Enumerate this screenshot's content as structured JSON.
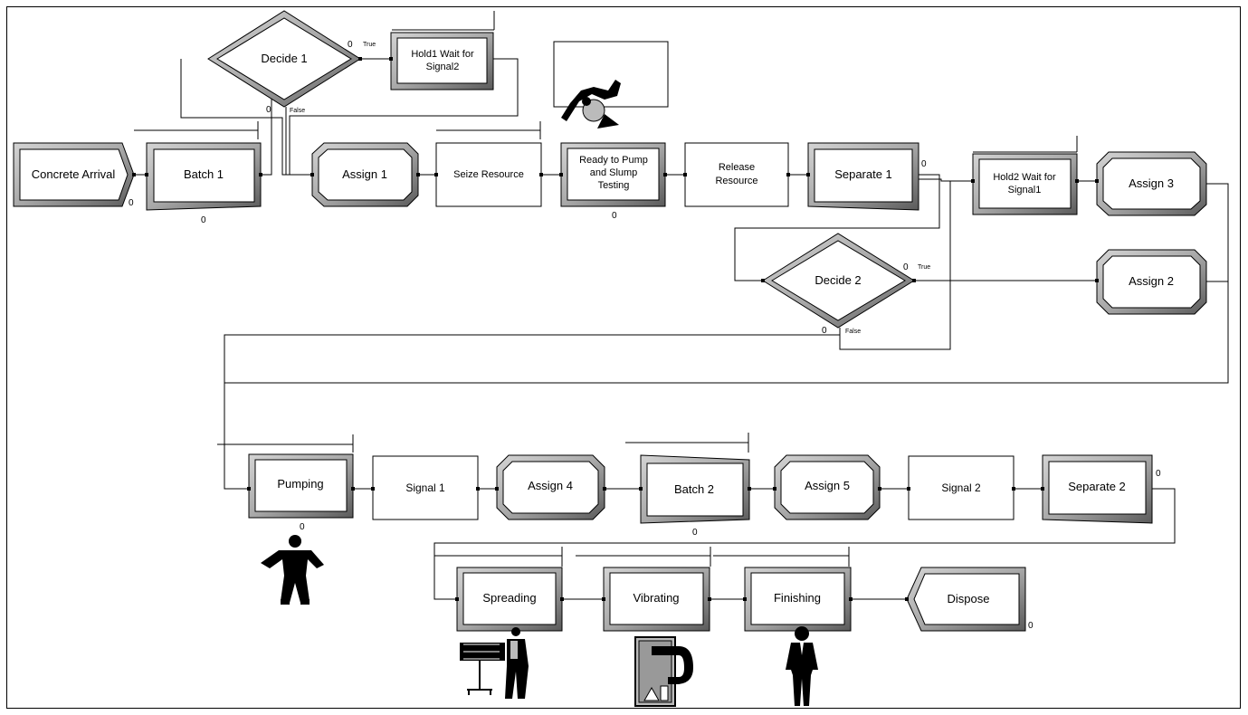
{
  "modules": {
    "concrete_arrival": "Concrete Arrival",
    "batch1": "Batch 1",
    "decide1": "Decide 1",
    "hold1": [
      "Hold1 Wait for",
      "Signal2"
    ],
    "assign1": "Assign 1",
    "seize": "Seize Resource",
    "ready": [
      "Ready to Pump",
      "and Slump",
      "Testing"
    ],
    "release": [
      "Release",
      "Resource"
    ],
    "separate1": "Separate 1",
    "hold2": [
      "Hold2 Wait for",
      "Signal1"
    ],
    "assign3": "Assign 3",
    "decide2": "Decide 2",
    "assign2": "Assign 2",
    "pumping": "Pumping",
    "signal1": "Signal 1",
    "assign4": "Assign 4",
    "batch2": "Batch 2",
    "assign5": "Assign 5",
    "signal2": "Signal 2",
    "separate2": "Separate 2",
    "spreading": "Spreading",
    "vibrating": "Vibrating",
    "finishing": "Finishing",
    "dispose": "Dispose"
  },
  "branch_labels": {
    "true": "True",
    "false": "False"
  },
  "counters": {
    "arrival": "0",
    "batch1": "0",
    "decide1_true": "0",
    "decide1_false": "0",
    "ready": "0",
    "separate1": "0",
    "decide2_true": "0",
    "decide2_false": "0",
    "pumping": "0",
    "batch2": "0",
    "separate2": "0",
    "dispose": "0"
  },
  "icons": [
    "person-at-desk-icon",
    "worker-standing-icon",
    "worker-with-easel-icon",
    "door-machine-icon",
    "man-in-suit-icon"
  ]
}
